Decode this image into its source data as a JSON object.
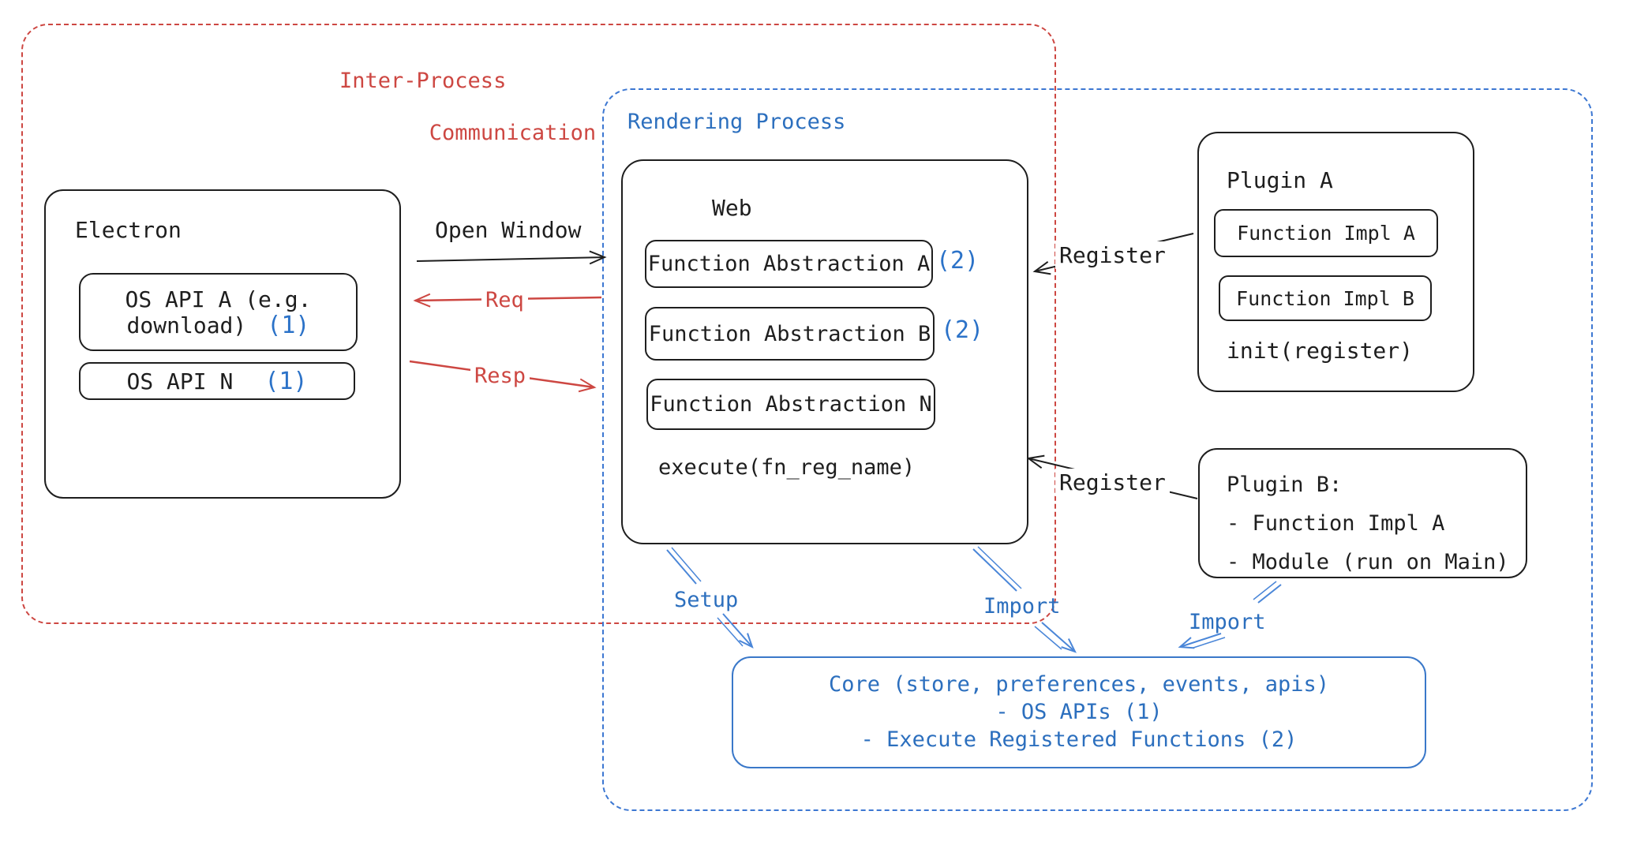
{
  "colors": {
    "red": "#cd4742",
    "black": "#1e1e1e",
    "blue": "#2c6fbe",
    "blue_accent": "#2b72c8",
    "blue_dash": "#3c77d2",
    "core_border": "#3a78c9"
  },
  "regions": {
    "ipc": {
      "label_line1": "Inter-Process",
      "label_line2": "Communication"
    },
    "rendering": {
      "label": "Rendering Process"
    }
  },
  "electron": {
    "title": "Electron",
    "api_a_line1": "OS API A (e.g.",
    "api_a_line2": "download)",
    "api_a_ref": "(1)",
    "api_n": "OS API N",
    "api_n_ref": "(1)"
  },
  "web": {
    "title": "Web",
    "fa_a": "Function Abstraction A",
    "fa_a_ref": "(2)",
    "fa_b": "Function Abstraction B",
    "fa_b_ref": "(2)",
    "fa_n": "Function Abstraction N",
    "execute": "execute(fn_reg_name)"
  },
  "plugin_a": {
    "title": "Plugin A",
    "impl_a": "Function Impl A",
    "impl_b": "Function Impl B",
    "init": "init(register)"
  },
  "plugin_b": {
    "line1": "Plugin B:",
    "line2": "- Function Impl A",
    "line3": "- Module (run on Main)"
  },
  "core": {
    "line1": "Core (store, preferences, events, apis)",
    "line2": "- OS APIs (1)",
    "line3": "- Execute Registered Functions (2)"
  },
  "arrows": {
    "open_window": "Open Window",
    "req": "Req",
    "resp": "Resp",
    "register_top": "Register",
    "register_bottom": "Register",
    "setup": "Setup",
    "import_web": "Import",
    "import_plugin": "Import"
  }
}
